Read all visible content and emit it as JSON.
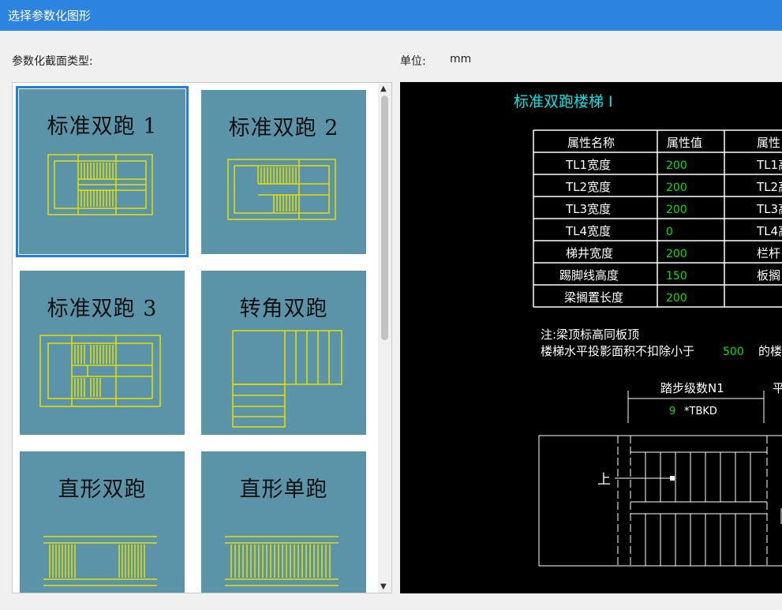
{
  "window": {
    "title": "选择参数化图形"
  },
  "labels": {
    "section_type": "参数化截面类型:",
    "unit_label": "单位:",
    "unit_value": "mm"
  },
  "tiles": [
    {
      "label": "标准双跑 1",
      "selected": true
    },
    {
      "label": "标准双跑 2",
      "selected": false
    },
    {
      "label": "标准双跑 3",
      "selected": false
    },
    {
      "label": "转角双跑",
      "selected": false
    },
    {
      "label": "直形双跑",
      "selected": false
    },
    {
      "label": "直形单跑",
      "selected": false
    }
  ],
  "preview": {
    "title": "标准双跑楼梯 I",
    "table_headers": [
      "属性名称",
      "属性值",
      "属性"
    ],
    "rows": [
      {
        "name": "TL1宽度",
        "value": "200",
        "right": "TL1高"
      },
      {
        "name": "TL2宽度",
        "value": "200",
        "right": "TL2高"
      },
      {
        "name": "TL3宽度",
        "value": "200",
        "right": "TL3高"
      },
      {
        "name": "TL4宽度",
        "value": "0",
        "right": "TL4高"
      },
      {
        "name": "梯井宽度",
        "value": "200",
        "right": "栏杆"
      },
      {
        "name": "踢脚线高度",
        "value": "150",
        "right": "板搁"
      },
      {
        "name": "梁搁置长度",
        "value": "200",
        "right": ""
      }
    ],
    "note1": "注:梁顶标高同板顶",
    "note2_prefix": "楼梯水平投影面积不扣除小于",
    "note2_value": "500",
    "note2_suffix": "的楼",
    "dim_label": "踏步级数N1",
    "dim_value": "9",
    "dim_suffix": "*TBKD",
    "dim_right": "平",
    "up_label": "上",
    "colors": {
      "cyan": "#00e5e5",
      "green": "#00e000",
      "white": "#ffffff",
      "accent": "#2c84e0",
      "tile": "#5b93a8"
    }
  }
}
